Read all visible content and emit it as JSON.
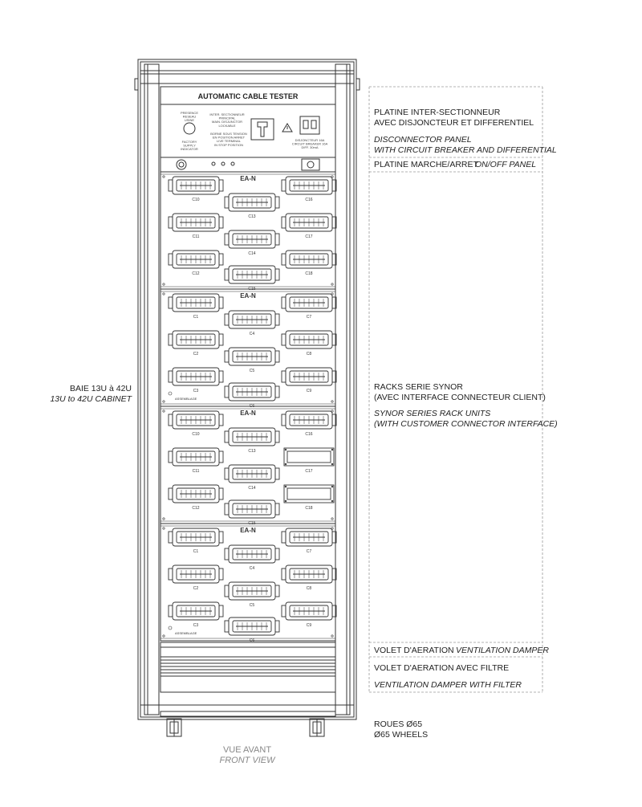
{
  "panel": {
    "title": "AUTOMATIC CABLE TESTER",
    "left_small_1": "PRESENCE\nRESEAU\nUSINE",
    "left_small_2": "FACTORY\nSUPPLY\nINDICATOR",
    "mid_small_1": "INTER. SECTIONNEUR\nPRINCIPAL\nMAIN. DISJUNCTOR\nLOCKABLE",
    "mid_small_2": "BORNE SOUS TENSION\nEN POSITION ARRET\nLIVE TERMINAL\nIN STOP POSITION",
    "right_small": "DISJONCTEUR 16A\nCIRCUIT BREAKER 16A\nDIFF. 30mA",
    "brand": "EA-N",
    "assembly": "ASSEMBLAGE"
  },
  "racks": [
    {
      "left": [
        "C10",
        "C11",
        "C12"
      ],
      "center": [
        "C13",
        "C14",
        "C15"
      ],
      "right": [
        "C16",
        "C17",
        "C18"
      ],
      "blank_right": false
    },
    {
      "left": [
        "C1",
        "C2",
        "C3"
      ],
      "center": [
        "C4",
        "C5",
        "C6"
      ],
      "right": [
        "C7",
        "C8",
        "C9"
      ],
      "blank_right": false
    },
    {
      "left": [
        "C10",
        "C11",
        "C12"
      ],
      "center": [
        "C13",
        "C14",
        "C15"
      ],
      "right": [
        "C16",
        "C17",
        "C18"
      ],
      "blank_right": true
    },
    {
      "left": [
        "C1",
        "C2",
        "C3"
      ],
      "center": [
        "C4",
        "C5",
        "C6"
      ],
      "right": [
        "C7",
        "C8",
        "C9"
      ],
      "blank_right": false
    }
  ],
  "labels": {
    "disconnector_fr_1": "PLATINE INTER-SECTIONNEUR",
    "disconnector_fr_2": "AVEC DISJONCTEUR ET DIFFERENTIEL",
    "disconnector_en_1": "DISCONNECTOR PANEL",
    "disconnector_en_2": "WITH CIRCUIT BREAKER AND DIFFERENTIAL",
    "onoff_fr": "PLATINE MARCHE/ARRET",
    "onoff_en": "ON/OFF PANEL",
    "racks_fr_1": "RACKS SERIE SYNOR",
    "racks_fr_2": "(AVEC INTERFACE CONNECTEUR CLIENT)",
    "racks_en_1": "SYNOR SERIES RACK UNITS",
    "racks_en_2": "(WITH CUSTOMER CONNECTOR INTERFACE)",
    "vent_fr": "VOLET D'AERATION",
    "vent_en": "VENTILATION DAMPER",
    "vent_filter_fr": "VOLET D'AERATION AVEC FILTRE",
    "vent_filter_en": "VENTILATION DAMPER WITH FILTER",
    "wheels_fr": "ROUES Ø65",
    "wheels_en": "Ø65 WHEELS",
    "cabinet_fr": "BAIE 13U à 42U",
    "cabinet_en": "13U to 42U CABINET",
    "view_fr": "VUE AVANT",
    "view_en": "FRONT VIEW"
  }
}
